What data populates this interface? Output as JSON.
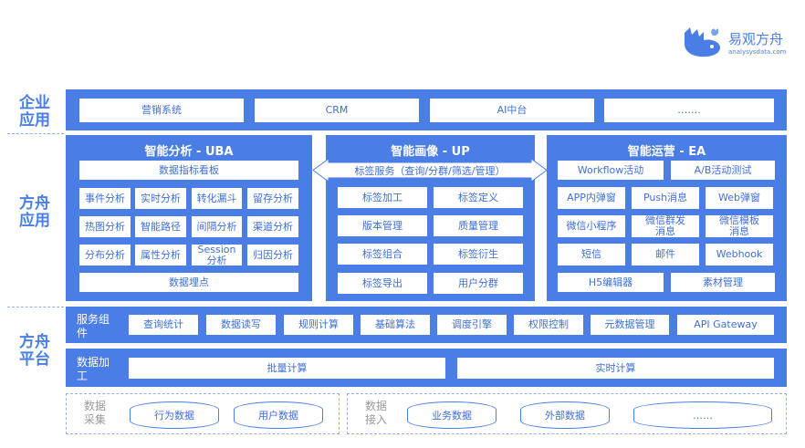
{
  "brand": {
    "name": "易观方舟",
    "url": "analysysdata.com"
  },
  "side_labels": {
    "enterprise": "企业\n应用",
    "app": "方舟\n应用",
    "platform": "方舟\n平台"
  },
  "enterprise_apps": [
    "营销系统",
    "CRM",
    "AI中台",
    "……."
  ],
  "uba": {
    "title": "智能分析 - UBA",
    "top": "数据指标看板",
    "grid": [
      "事件分析",
      "实时分析",
      "转化漏斗",
      "留存分析",
      "热图分析",
      "智能路径",
      "间隔分析",
      "渠道分析",
      "分布分析",
      "属性分析",
      "Session\n分析",
      "归因分析"
    ],
    "bottom": "数据埋点"
  },
  "up": {
    "title": "智能画像 - UP",
    "top": "标签服务（查询/分群/筛选/管理）",
    "grid": [
      "标签加工",
      "标签定义",
      "版本管理",
      "质量管理",
      "标签组合",
      "标签衍生",
      "标签导出",
      "用户分群"
    ]
  },
  "ea": {
    "title": "智能运营 - EA",
    "top": [
      "Workflow活动",
      "A/B活动测试"
    ],
    "grid": [
      "APP内弹窗",
      "Push消息",
      "Web弹窗",
      "微信小程序",
      "微信群发\n消息",
      "微信模板\n消息",
      "短信",
      "邮件",
      "Webhook"
    ],
    "bottom": [
      "H5编辑器",
      "素材管理"
    ]
  },
  "service": {
    "label": "服务组\n件",
    "items": [
      "查询统计",
      "数据读写",
      "规则计算",
      "基础算法",
      "调度引擎",
      "权限控制",
      "元数据管理",
      "API Gateway"
    ]
  },
  "processing": {
    "label": "数据加\n工",
    "items": [
      "批量计算",
      "实时计算"
    ]
  },
  "collection": {
    "label": "数据\n采集",
    "items": [
      "行为数据",
      "用户数据"
    ]
  },
  "access": {
    "label": "数据\n接入",
    "items": [
      "业务数据",
      "外部数据",
      "……"
    ]
  }
}
